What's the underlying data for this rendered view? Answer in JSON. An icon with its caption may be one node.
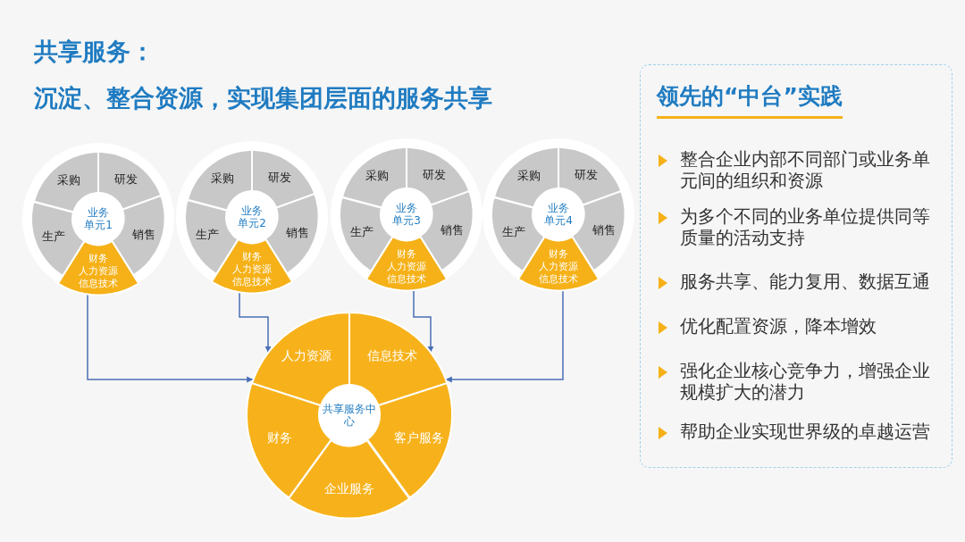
{
  "diagram": {
    "title": "共享服务：",
    "nodes": [
      {
        "text": [],
        "shape": "circle"
      },
      {
        "text": [
          "采购"
        ],
        "in": 0
      },
      {
        "text": [
          "研发"
        ],
        "in": 0
      },
      {
        "text": [
          "生产"
        ],
        "in": 0
      },
      {
        "text": [
          "业务单元1"
        ],
        "in": 0
      },
      {
        "text": [
          "销售"
        ],
        "in": 0
      },
      {
        "text": [
          "财务",
          "人力资源",
          "信息技术"
        ],
        "in": 0
      },
      {
        "text": [],
        "shape": "circle"
      },
      {
        "text": [
          "采购"
        ],
        "in": 7
      },
      {
        "text": [
          "研发"
        ],
        "in": 7
      },
      {
        "text": [
          "生产"
        ],
        "in": 7
      },
      {
        "text": [
          "业务单元2"
        ],
        "in": 7
      },
      {
        "text": [
          "销售"
        ],
        "in": 7
      },
      {
        "text": [
          "财务",
          "人力资源",
          "信息技术"
        ],
        "in": 7
      },
      {
        "text": [],
        "shape": "circle"
      },
      {
        "text": [
          "采购"
        ],
        "in": 14
      },
      {
        "text": [
          "研发"
        ],
        "in": 14
      },
      {
        "text": [
          "生产"
        ],
        "in": 14
      },
      {
        "text": [
          "业务单元3"
        ],
        "in": 14
      },
      {
        "text": [
          "销售"
        ],
        "in": 14
      },
      {
        "text": [
          "财务",
          "人力资源",
          "信息技术"
        ],
        "in": 14
      },
      {
        "text": [],
        "shape": "circle"
      },
      {
        "text": [
          "采购"
        ],
        "in": 21
      },
      {
        "text": [
          "研发"
        ],
        "in": 21
      },
      {
        "text": [
          "生产"
        ],
        "in": 21
      },
      {
        "text": [
          "业务单元4"
        ],
        "in": 21
      },
      {
        "text": [
          "销售"
        ],
        "in": 21
      },
      {
        "text": [
          "财务",
          "人力资源",
          "信息技术"
        ],
        "in": 21
      },
      {
        "text": [],
        "shape": "circle"
      },
      {
        "text": [
          "人力资源"
        ],
        "in": 28
      },
      {
        "text": [
          "信息技术"
        ],
        "in": 28
      },
      {
        "text": [
          "财务"
        ],
        "in": 28
      },
      {
        "text": [
          "共享服务中心"
        ],
        "in": 28
      },
      {
        "text": [
          "客户服务"
        ],
        "in": 28
      },
      {
        "text": [
          "企业服务"
        ],
        "in": 28
      },
      {
        "text": [
          "领先的“中台”实践",
          "整合企业内部不同部门或业务单元间的组织和资源",
          "为多个不同的业务单位提供同等质量的活动支持",
          "服务共享、能力复用、数据互通",
          "优化配置资源，降本增效",
          "强化企业核心竞争力，增强企业规模扩大的潜力",
          "帮助企业实现世界级的卓越运营"
        ]
      }
    ],
    "edges": [
      {
        "from": 6,
        "to": 28,
        "arrow": "to"
      },
      {
        "from": 13,
        "to": 28,
        "arrow": "to"
      },
      {
        "from": 20,
        "to": 28,
        "arrow": "to"
      },
      {
        "from": 27,
        "to": 28,
        "arrow": "to"
      }
    ],
    "labels": [
      "沉淀、整合资源，实现集团层面的服务共享"
    ]
  }
}
